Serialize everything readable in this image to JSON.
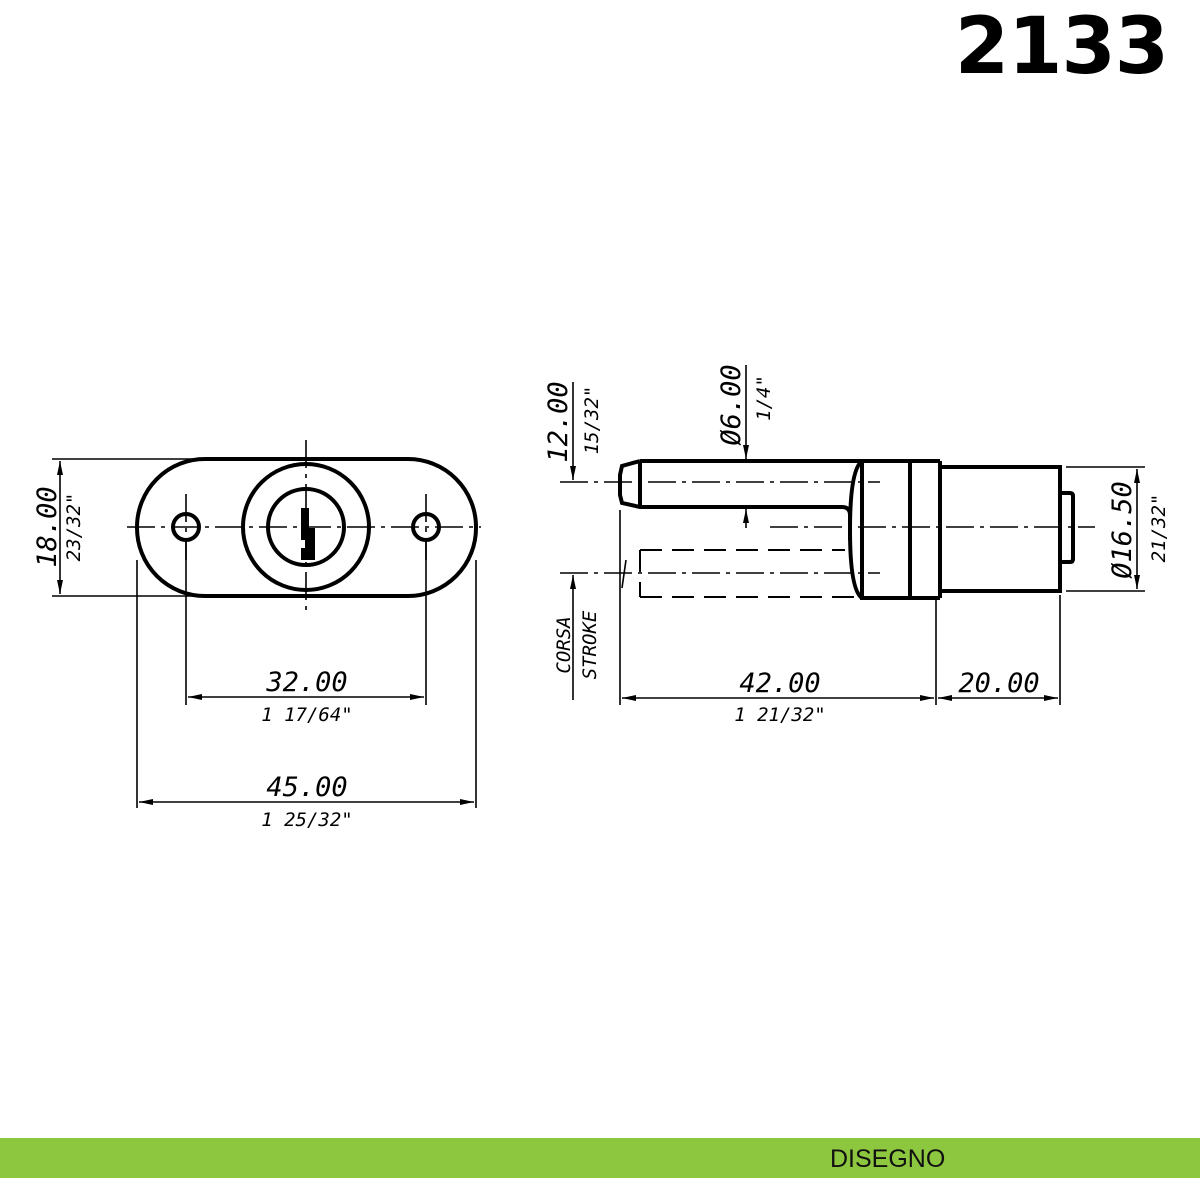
{
  "header": {
    "model_number": "2133"
  },
  "front_view": {
    "height": {
      "mm": "18.00",
      "inch": "23/32\""
    },
    "hole_spacing": {
      "mm": "32.00",
      "inch": "1 17/64\""
    },
    "width": {
      "mm": "45.00",
      "inch": "1 25/32\""
    }
  },
  "side_view": {
    "stroke": {
      "mm": "12.00",
      "inch": "15/32\"",
      "label_it": "CORSA",
      "label_en": "STROKE"
    },
    "pin_diameter": {
      "mm": "Ø6.00",
      "inch": "1/4\""
    },
    "body_diameter": {
      "mm": "Ø16.50",
      "inch": "21/32\""
    },
    "pin_length": {
      "mm": "42.00",
      "inch": "1 21/32\""
    },
    "body_length": {
      "mm": "20.00"
    }
  },
  "footer": {
    "label": "DISEGNO",
    "color": "#8dc63f"
  }
}
